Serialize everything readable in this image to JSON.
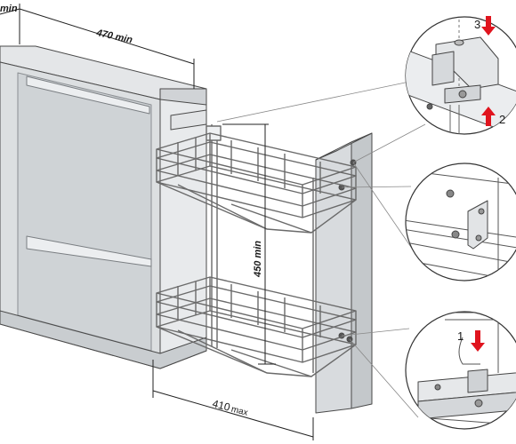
{
  "dimensions": {
    "top_left_partial": "min",
    "depth": "470 min",
    "height": "450 min",
    "width_value": "410",
    "width_suffix": "max"
  },
  "steps": {
    "step_3": "3",
    "step_2": "2",
    "step_1": "1"
  },
  "colors": {
    "cabinet_fill": "#d9dcde",
    "cabinet_stroke": "#444444",
    "wire": "#666666",
    "arrow_red": "#e0141e",
    "dim_line": "#222222"
  }
}
